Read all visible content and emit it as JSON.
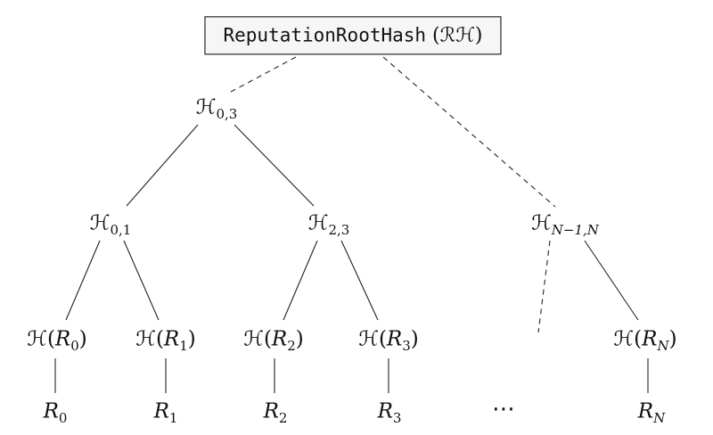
{
  "root": {
    "name_mono": "ReputationRootHash",
    "abbrev": "(ℛℋ)"
  },
  "internal_nodes": {
    "h03": {
      "base": "ℋ",
      "sub": "0,3"
    },
    "h01": {
      "base": "ℋ",
      "sub": "0,1"
    },
    "h23": {
      "base": "ℋ",
      "sub": "2,3"
    },
    "hN1N": {
      "base": "ℋ",
      "sub": "N−1,N"
    }
  },
  "leaf_hashes": [
    {
      "open": "ℋ(",
      "var": "R",
      "sub": "0",
      "close": ")"
    },
    {
      "open": "ℋ(",
      "var": "R",
      "sub": "1",
      "close": ")"
    },
    {
      "open": "ℋ(",
      "var": "R",
      "sub": "2",
      "close": ")"
    },
    {
      "open": "ℋ(",
      "var": "R",
      "sub": "3",
      "close": ")"
    },
    {
      "open": "ℋ(",
      "var": "R",
      "sub": "N",
      "close": ")"
    }
  ],
  "leaves": [
    {
      "var": "R",
      "sub": "0"
    },
    {
      "var": "R",
      "sub": "1"
    },
    {
      "var": "R",
      "sub": "2"
    },
    {
      "var": "R",
      "sub": "3"
    },
    {
      "var": "R",
      "sub": "N"
    }
  ],
  "ellipsis": "⋯"
}
